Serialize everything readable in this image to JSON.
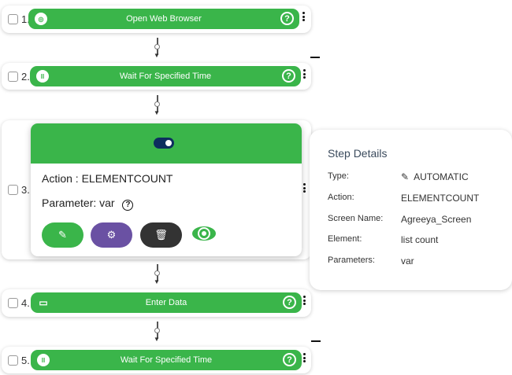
{
  "steps": [
    {
      "number": "1.",
      "label": "Open Web Browser",
      "icon": "chrome-icon"
    },
    {
      "number": "2.",
      "label": "Wait For Specified Time",
      "icon": "pause-icon"
    },
    {
      "number": "3."
    },
    {
      "number": "4.",
      "label": "Enter Data",
      "icon": "monitor-code-icon"
    },
    {
      "number": "5.",
      "label": "Wait For Specified Time",
      "icon": "pause-icon"
    }
  ],
  "expanded_step": {
    "action": "Action : ELEMENTCOUNT",
    "parameter": "Parameter: var"
  },
  "step_details": {
    "title": "Step Details",
    "rows": [
      {
        "label": "Type:",
        "value": "AUTOMATIC"
      },
      {
        "label": "Action:",
        "value": "ELEMENTCOUNT"
      },
      {
        "label": "Screen Name:",
        "value": "Agreeya_Screen"
      },
      {
        "label": "Element:",
        "value": "list count"
      },
      {
        "label": "Parameters:",
        "value": "var"
      }
    ]
  },
  "colors": {
    "green": "#3ab54a",
    "purple": "#6a51a3",
    "dark": "#333333",
    "toggle": "#0d2e5e"
  }
}
